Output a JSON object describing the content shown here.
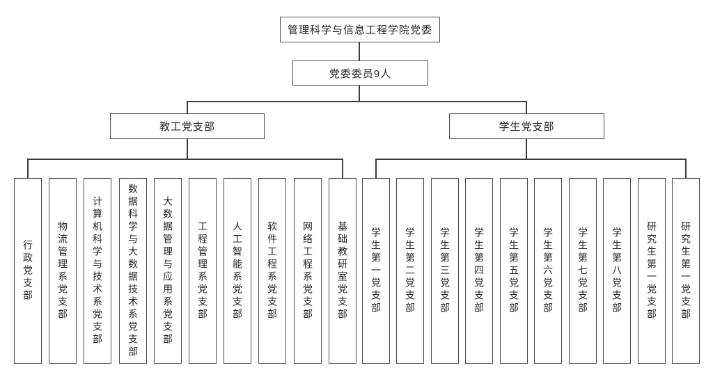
{
  "diagram": {
    "type": "org-chart",
    "colors": {
      "background": "#ffffff",
      "box_border": "#4a4a4a",
      "connector": "#3c3c3c",
      "text": "#262626"
    },
    "root": {
      "label": "管理科学与信息工程学院党委"
    },
    "committee": {
      "label": "党委委员9人"
    },
    "branches": {
      "faculty": {
        "label": "教工党支部",
        "children": [
          "行政党支部",
          "物流管理系党支部",
          "计算机科学与技术系党支部",
          "数据科学与大数据技术系党支部",
          "大数据管理与应用系党支部",
          "工程管理系党支部",
          "人工智能系党支部",
          "软件工程系党支部",
          "网络工程系党支部",
          "基础教研室党支部"
        ]
      },
      "student": {
        "label": "学生党支部",
        "children": [
          "学生第一党支部",
          "学生第二党支部",
          "学生第三党支部",
          "学生第四党支部",
          "学生第五党支部",
          "学生第六党支部",
          "学生第七党支部",
          "学生第八党支部",
          "研究生第一党支部",
          "研究生第一党支部"
        ]
      }
    }
  }
}
